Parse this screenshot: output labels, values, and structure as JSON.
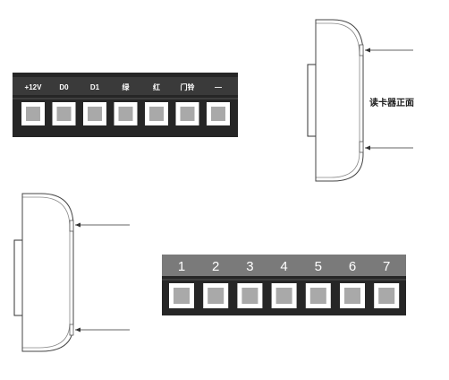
{
  "top_block": {
    "labels": [
      "+12V",
      "D0",
      "D1",
      "绿",
      "红",
      "门铃",
      "—"
    ]
  },
  "bottom_block": {
    "labels": [
      "1",
      "2",
      "3",
      "4",
      "5",
      "6",
      "7"
    ]
  },
  "reader": {
    "side_label": "读卡器正面"
  },
  "colors": {
    "block_dark": "#262626",
    "label_bar": "#3a3a3a",
    "number_bar": "#7a7a7a",
    "key_face": "#a9a9a9"
  }
}
